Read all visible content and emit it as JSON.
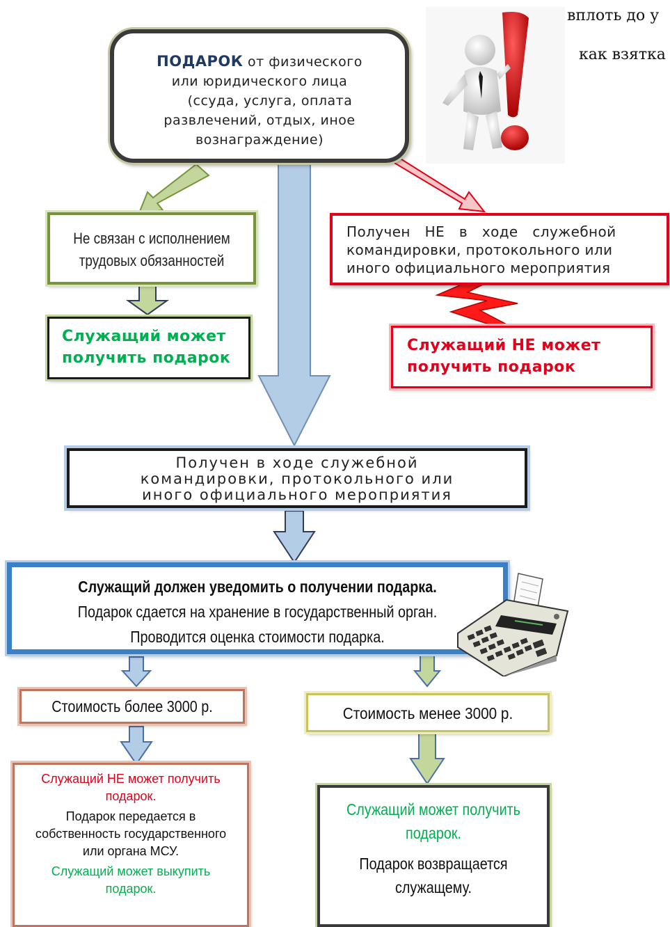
{
  "header": {
    "fragment_1": "вплоть до у",
    "fragment_2": "как взятка"
  },
  "gift_box": {
    "title_bold": "ПОДАРОК",
    "title_rest": " от физического",
    "line2": "или юридического лица",
    "line3": "(ссуда, услуга, оплата",
    "line4": "развлечений, отдых, иное",
    "line5": "вознаграждение)"
  },
  "left_branch": {
    "condition_line1": "Не связан с исполнением",
    "condition_line2": "трудовых обязанностей",
    "result_line1": "Служащий может",
    "result_line2": "получить подарок"
  },
  "right_branch": {
    "condition_line1": "Получен НЕ в ходе служебной",
    "condition_line2": "командировки, протокольного или",
    "condition_line3": "иного официального мероприятия",
    "result_line1": "Служащий НЕ может",
    "result_line2": "получить подарок"
  },
  "middle_branch": {
    "condition_line1": "Получен в ходе служебной",
    "condition_line2": "командировки, протокольного или",
    "condition_line3": "иного официального мероприятия"
  },
  "notify_box": {
    "line1": "Служащий должен уведомить о получении подарка.",
    "line2": "Подарок сдается на хранение в государственный орган.",
    "line3": "Проводится оценка стоимости подарка."
  },
  "cost_more": {
    "label": "Стоимость более 3000 р.",
    "result_line1": "Служащий НЕ может получить",
    "result_line2": "подарок.",
    "result_line3": "Подарок передается в",
    "result_line4": "собственность государственного",
    "result_line5": "или органа МСУ.",
    "result_line6": "Служащий может выкупить",
    "result_line7": "подарок."
  },
  "cost_less": {
    "label": "Стоимость менее 3000 р.",
    "result_line1": "Служащий может получить",
    "result_line2": "подарок.",
    "result_line3": "Подарок возвращается",
    "result_line4": "служащему."
  },
  "colors": {
    "navy": "#1f3864",
    "green_border": "#77933c",
    "red": "#e2001a",
    "blue_fill": "#b4cde6",
    "blue_stroke": "#6f8fb5",
    "green_fill": "#c3d69b",
    "gift_border": "#3a3a3a",
    "notify_border": "#3b7fc4",
    "cost_more_border": "#c0745c",
    "cost_less_border": "#c8c35a"
  },
  "icons": {
    "figure": "person-with-exclamation-icon",
    "calculator": "calculator-icon"
  }
}
